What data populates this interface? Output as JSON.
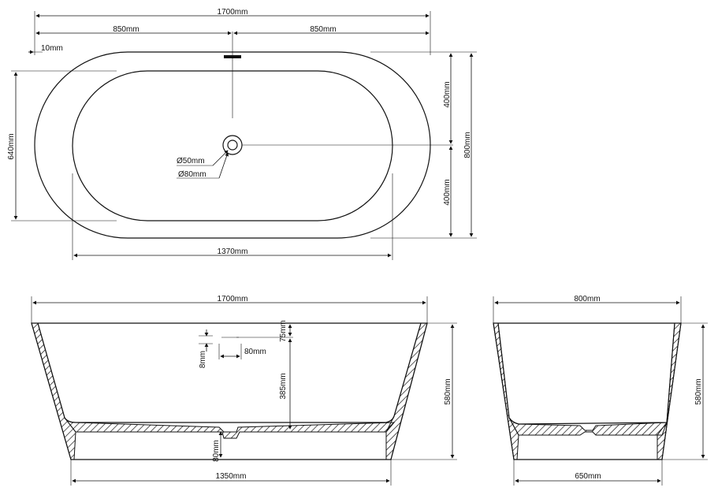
{
  "top_view": {
    "overall_length": "1700mm",
    "half_left": "850mm",
    "half_right": "850mm",
    "rim_offset": "10mm",
    "half_width_top": "400mm",
    "half_width_bottom": "400mm",
    "overall_width": "800mm",
    "inner_width": "640mm",
    "inner_length": "1370mm",
    "drain_inner": "Ø50mm",
    "drain_outer": "Ø80mm"
  },
  "front_view": {
    "overall_length": "1700mm",
    "overflow_depth": "75mm",
    "drain_depth": "385mm",
    "overflow_height": "8mm",
    "overflow_width": "80mm",
    "base_step": "80mm",
    "height": "580mm",
    "base_length": "1350mm"
  },
  "side_view": {
    "overall_width": "800mm",
    "height": "580mm",
    "base_width": "650mm"
  }
}
